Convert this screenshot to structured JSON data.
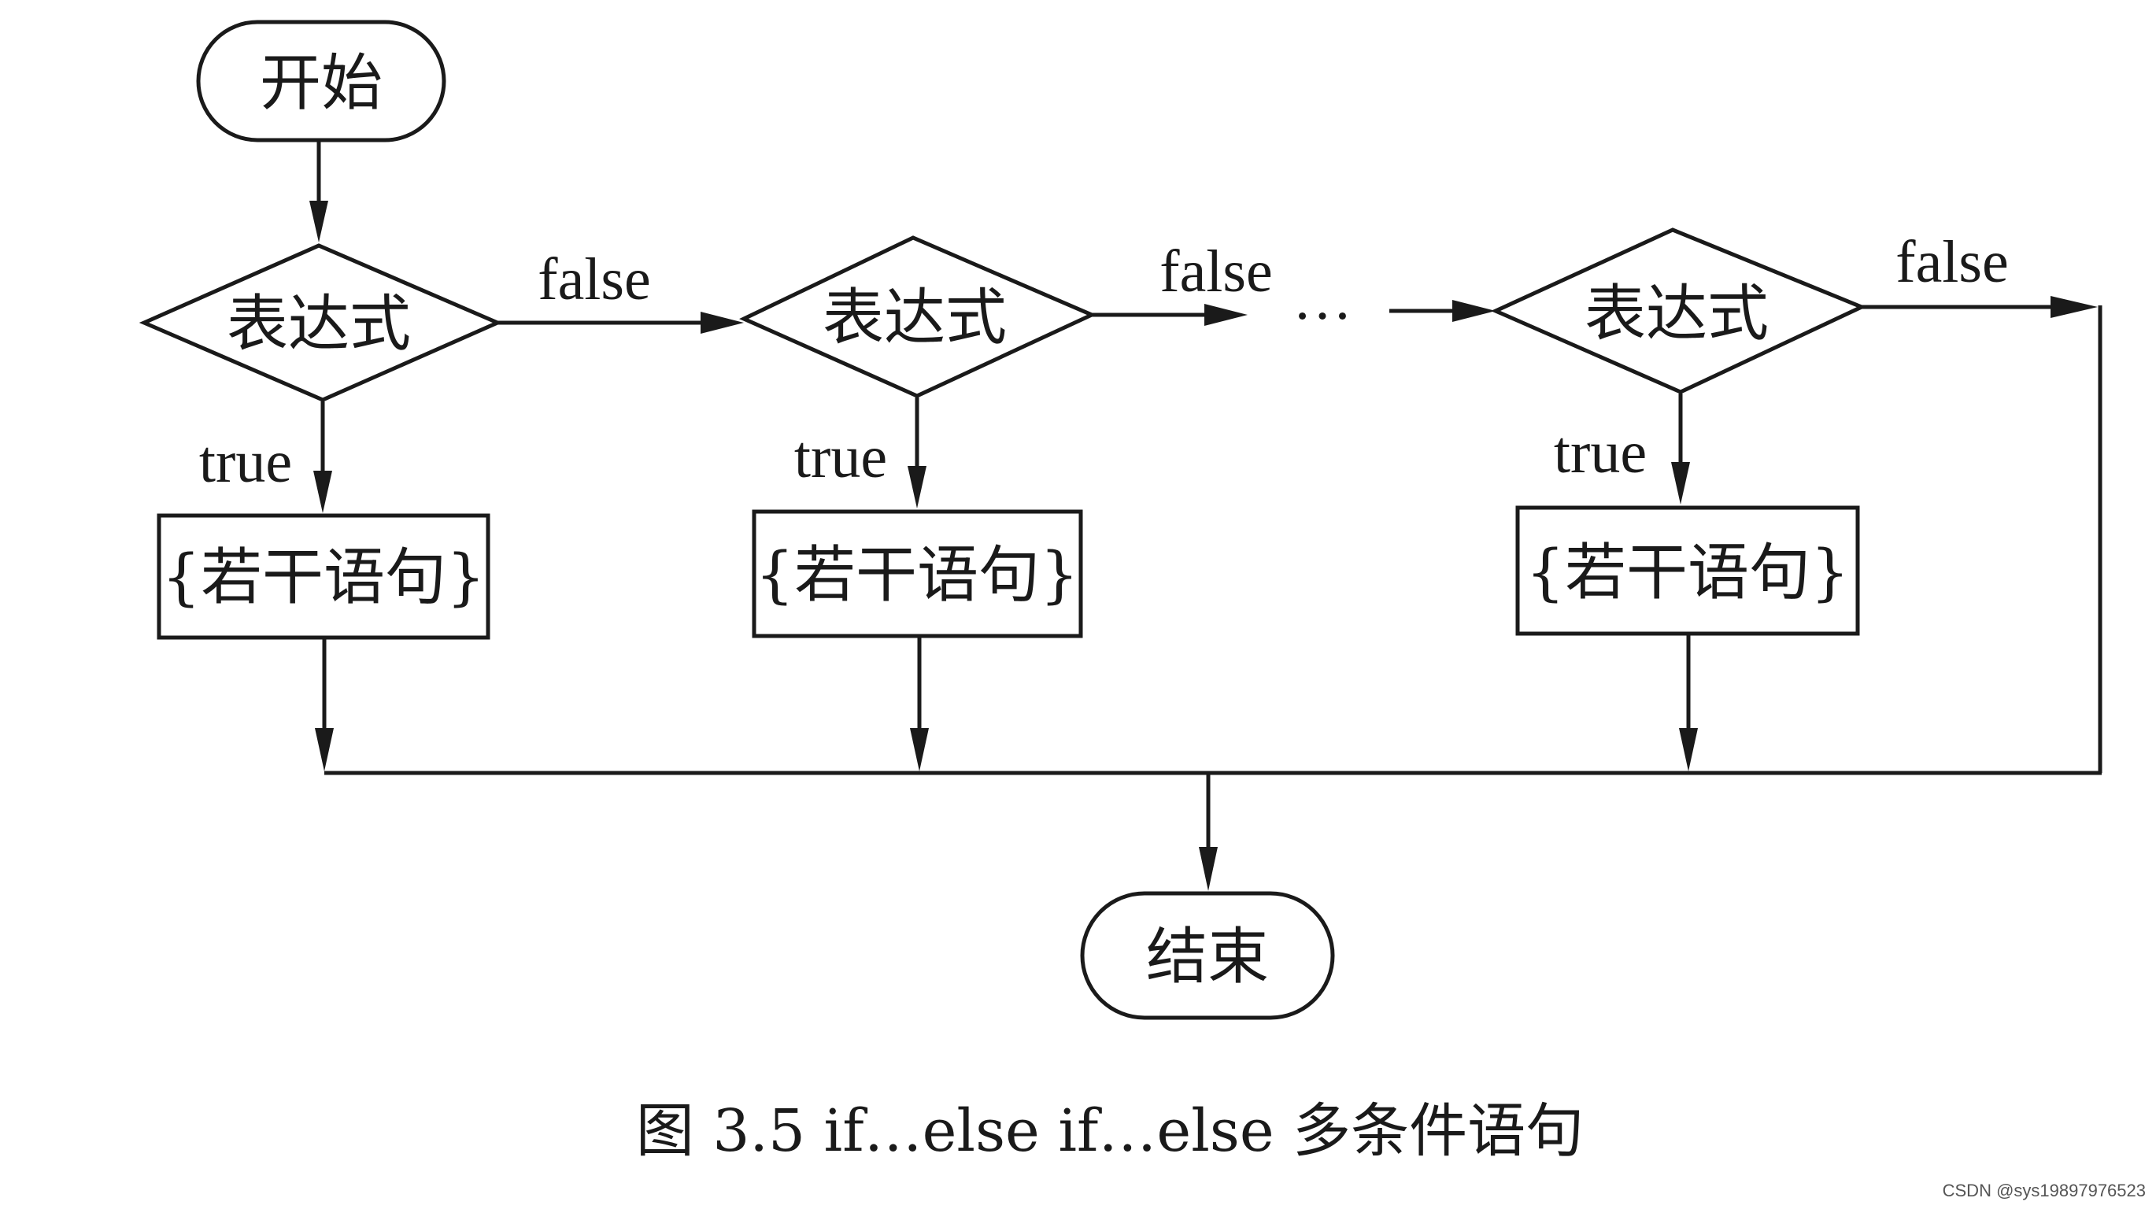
{
  "nodes": {
    "start": "开始",
    "cond1": "表达式",
    "cond2": "表达式",
    "cond3": "表达式",
    "stmt1": "{若干语句}",
    "stmt2": "{若干语句}",
    "stmt3": "{若干语句}",
    "end": "结束"
  },
  "edges": {
    "true1": "true",
    "true2": "true",
    "true3": "true",
    "false1": "false",
    "false2": "false",
    "false3": "false",
    "ellipsis": "…"
  },
  "caption": "图 3.5 if…else if…else 多条件语句",
  "watermark": "CSDN @sys19897976523"
}
